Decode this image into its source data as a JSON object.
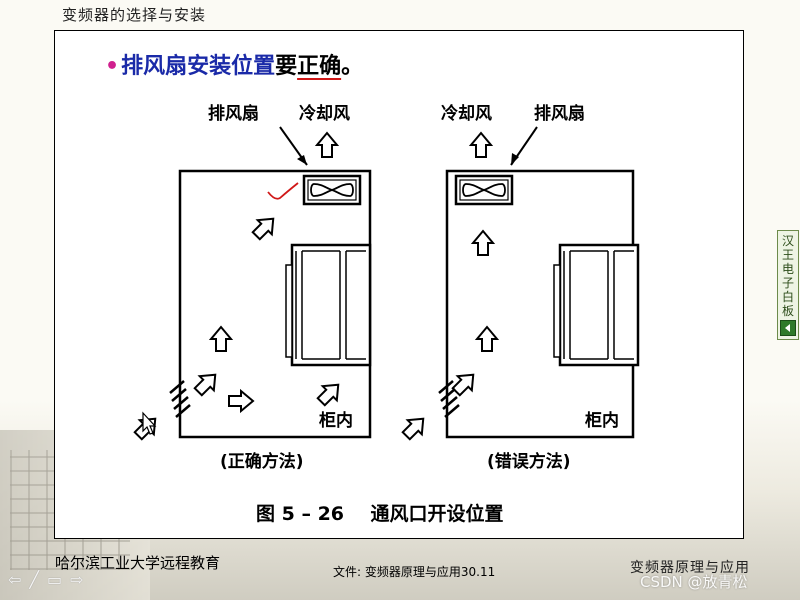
{
  "header": {
    "title": "变频器的选择与安装"
  },
  "slide": {
    "headline": {
      "bullet": "•",
      "part1": "排风扇安装位置",
      "part2": "要",
      "part3": "正确",
      "part4": "。"
    }
  },
  "figure": {
    "left": {
      "fan_label": "排风扇",
      "air_label": "冷却风",
      "cabinet_label": "柜内",
      "caption": "(正确方法)"
    },
    "right": {
      "air_label": "冷却风",
      "fan_label": "排风扇",
      "cabinet_label": "柜内",
      "caption": "(错误方法)"
    },
    "title": "图 5 – 26    通风口开设位置"
  },
  "side_panel": {
    "label": "汉王电子白板"
  },
  "footer": {
    "school": "哈尔滨工业大学远程教育",
    "file": "文件:  变频器原理与应用30.11",
    "course": "变频器原理与应用",
    "watermark": "CSDN @放青松"
  },
  "nav": {
    "icons": [
      "back-arrow-icon",
      "pen-icon",
      "screen-icon",
      "forward-arrow-icon"
    ]
  },
  "colors": {
    "bullet": "#d0208e",
    "headline_blue": "#1a2aa8",
    "check_mark": "#d01818",
    "panel_green": "#2f7a2a"
  }
}
